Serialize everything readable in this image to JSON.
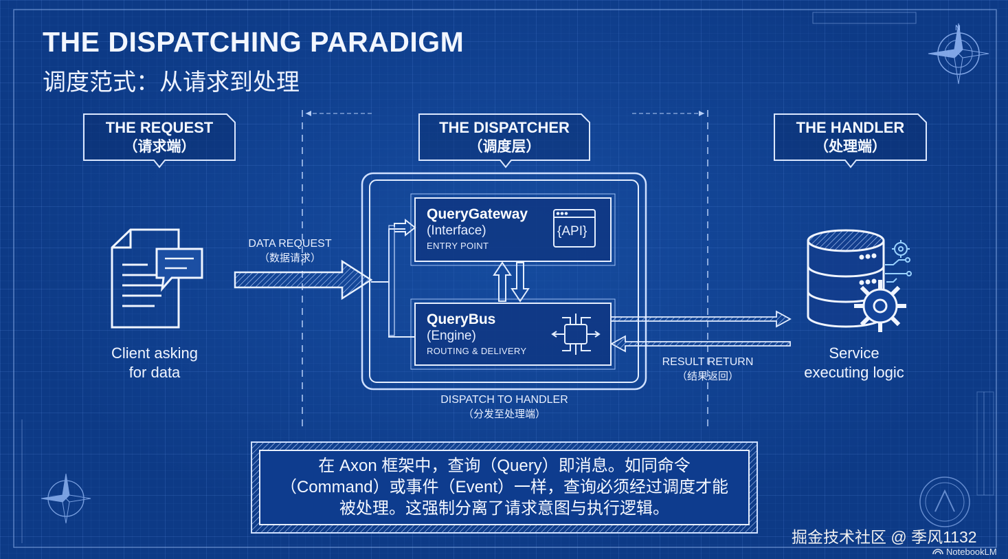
{
  "header": {
    "title": "THE DISPATCHING PARADIGM",
    "subtitle": "调度范式：从请求到处理"
  },
  "columns": {
    "request": {
      "title": "THE REQUEST",
      "subtitle": "（请求端）"
    },
    "dispatcher": {
      "title": "THE DISPATCHER",
      "subtitle": "（调度层）"
    },
    "handler": {
      "title": "THE HANDLER",
      "subtitle": "（处理端）"
    }
  },
  "client": {
    "caption_line1": "Client asking",
    "caption_line2": "for data"
  },
  "service": {
    "caption_line1": "Service",
    "caption_line2": "executing logic"
  },
  "gateway": {
    "title": "QueryGateway",
    "subtitle": "(Interface)",
    "tag": "ENTRY POINT",
    "icon_label": "{API}"
  },
  "bus": {
    "title": "QueryBus",
    "subtitle": "(Engine)",
    "tag": "ROUTING & DELIVERY"
  },
  "arrows": {
    "data_request": {
      "en": "DATA REQUEST",
      "cn": "（数据请求）"
    },
    "result_return": {
      "en": "RESULT RETURN",
      "cn": "（结果返回）"
    },
    "dispatch": {
      "en": "DISPATCH TO HANDLER",
      "cn": "（分发至处理端）"
    }
  },
  "note": {
    "line1": "在 Axon 框架中，查询（Query）即消息。如同命令",
    "line2": "（Command）或事件（Event）一样，查询必须经过调度才能",
    "line3": "被处理。这强制分离了请求意图与执行逻辑。"
  },
  "footer": {
    "watermark": "掘金技术社区 @ 季风1132",
    "brand": "NotebookLM"
  },
  "colors": {
    "background": "#0d3a86",
    "line": "#cfe0ff",
    "accent": "#8fd0ff"
  },
  "icons": [
    "compass-icon",
    "document-icon",
    "chat-bubble-icon",
    "database-icon",
    "gear-icon",
    "api-window-icon",
    "chip-icon",
    "sparkle-icon"
  ]
}
